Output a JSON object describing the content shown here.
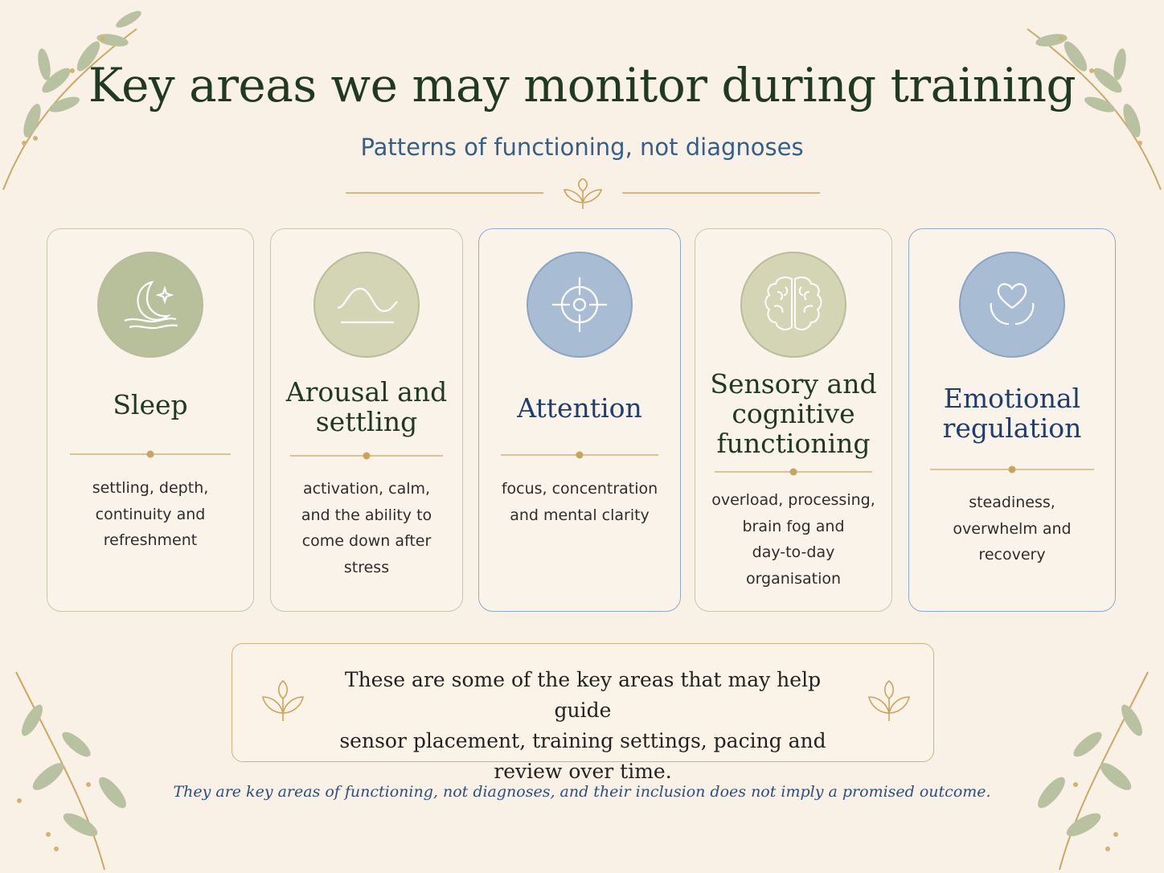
{
  "title": "Key areas we may monitor during training",
  "subtitle": "Patterns of functioning, not diagnoses",
  "cards": [
    {
      "title": "Sleep",
      "text_lines": [
        "settling, depth,",
        "continuity and",
        "refreshment"
      ],
      "icon": "moon-sparkle-icon"
    },
    {
      "title_lines": [
        "Arousal and",
        "settling"
      ],
      "text_lines": [
        "activation, calm,",
        "and the ability to",
        "come down after",
        "stress"
      ],
      "icon": "wave-icon"
    },
    {
      "title": "Attention",
      "text_lines": [
        "focus, concentration",
        "and mental clarity"
      ],
      "icon": "target-icon"
    },
    {
      "title_lines": [
        "Sensory and",
        "cognitive",
        "functioning"
      ],
      "text_lines": [
        "overload, processing,",
        "brain fog and",
        "day-to-day",
        "organisation"
      ],
      "icon": "brain-icon"
    },
    {
      "title_lines": [
        "Emotional",
        "regulation"
      ],
      "text_lines": [
        "steadiness,",
        "overwhelm and",
        "recovery"
      ],
      "icon": "heart-hands-icon"
    }
  ],
  "note_lines": [
    "These are some of the key areas that may help guide",
    "sensor placement, training settings, pacing and",
    "review over time."
  ],
  "footnote": "They are key areas of functioning, not diagnoses, and their inclusion does not imply a promised outcome.",
  "colors": {
    "background": "#faf1e6",
    "heading": "#1f3a20",
    "accent_blue": "#345f8a",
    "gold": "#c9a45c",
    "sage": "#b8bf9b"
  }
}
